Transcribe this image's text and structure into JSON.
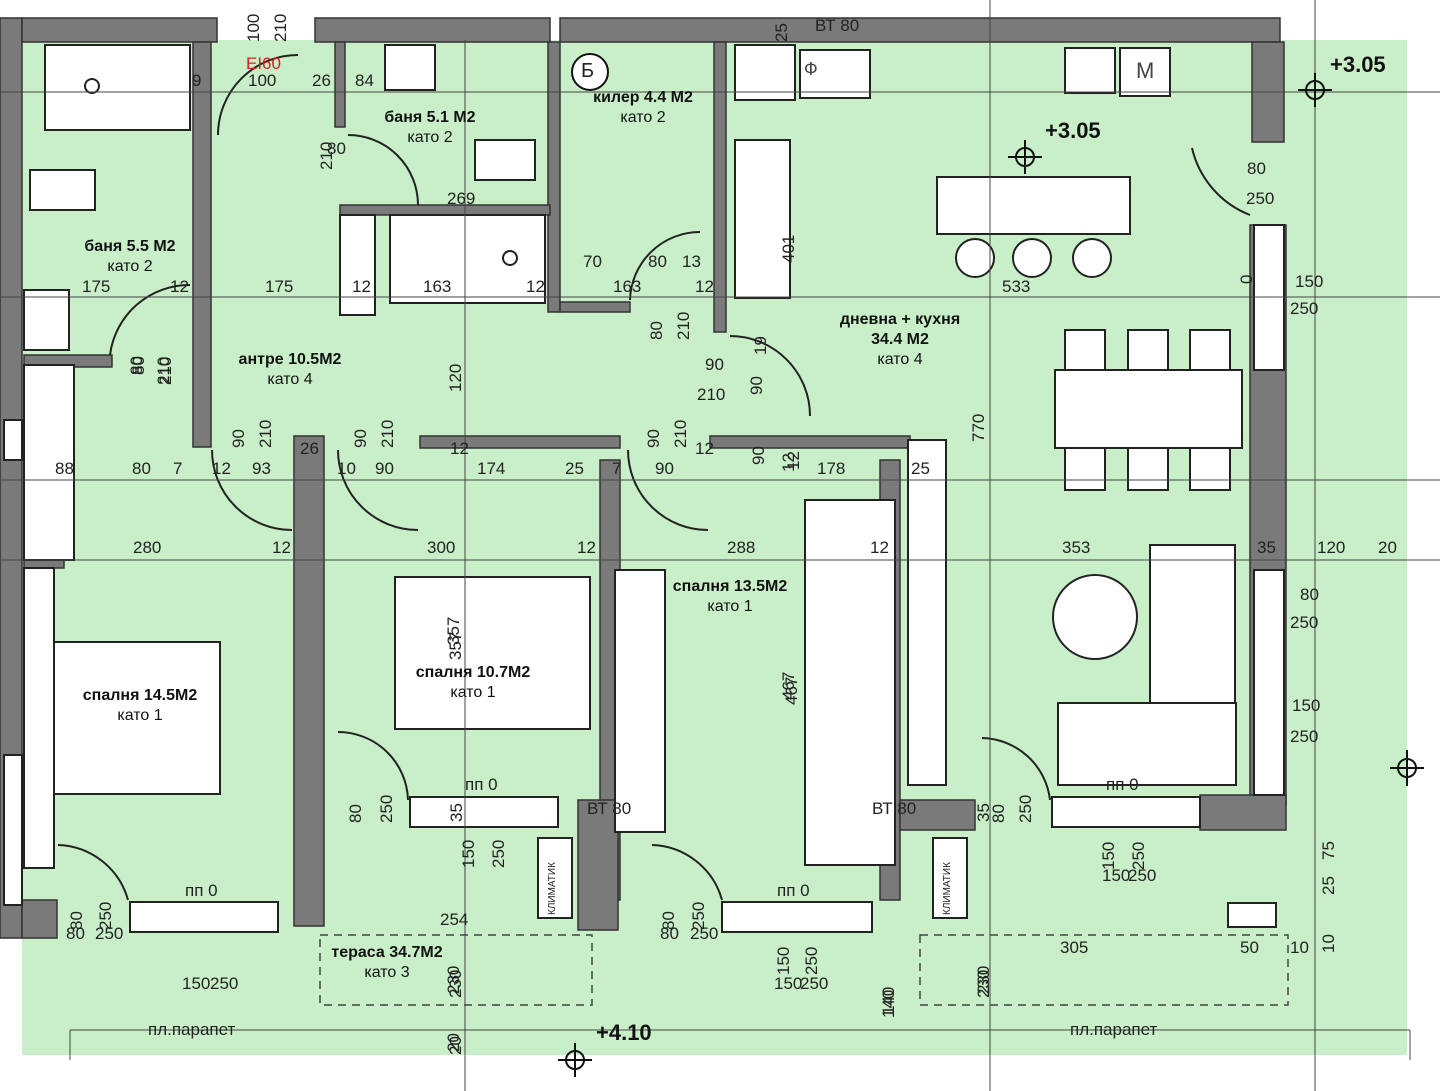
{
  "colors": {
    "floor": "#c9efc9",
    "wall": "#7a7a7a",
    "line": "#222222",
    "door_label": "#d62020"
  },
  "levels": {
    "main": "+3.05",
    "room": "+3.05",
    "terrace": "+4.10"
  },
  "rooms": {
    "bath1": {
      "name": "баня 5.5 М2",
      "cat": "като 2"
    },
    "bath2": {
      "name": "баня 5.1 М2",
      "cat": "като 2"
    },
    "storage": {
      "name": "килер 4.4 М2",
      "cat": "като 2"
    },
    "hall": {
      "name": "антре 10.5М2",
      "cat": "като 4"
    },
    "living": {
      "name": "дневна + кухня 34.4 М2",
      "cat": "като 4"
    },
    "bed1": {
      "name": "спалня 14.5М2",
      "cat": "като 1"
    },
    "bed2": {
      "name": "спалня 10.7М2",
      "cat": "като 1"
    },
    "bed3": {
      "name": "спалня 13.5М2",
      "cat": "като 1"
    },
    "terrace": {
      "name": "тераса 34.7М2",
      "cat": "като 3"
    }
  },
  "labels": {
    "ei60": "EI60",
    "block": "Б",
    "vt80": "ВТ 80",
    "pp0": "пп 0",
    "parapet": "пл.парапет",
    "klima": "КЛИМАТИК",
    "m": "М",
    "f": "Ф"
  },
  "dims_h": [
    "9",
    "100",
    "26",
    "84",
    "80",
    "210",
    "175",
    "12",
    "175",
    "12",
    "163",
    "12",
    "70",
    "80",
    "13",
    "163",
    "12",
    "533",
    "150",
    "250",
    "80",
    "250",
    "88",
    "80",
    "7",
    "12",
    "93",
    "26",
    "10",
    "90",
    "12",
    "174",
    "25",
    "7",
    "90",
    "12",
    "178",
    "25",
    "280",
    "12",
    "300",
    "12",
    "288",
    "12",
    "353",
    "35",
    "120",
    "20",
    "80",
    "250",
    "150",
    "250",
    "254",
    "305",
    "50",
    "10",
    "150",
    "250",
    "150",
    "250",
    "150",
    "250",
    "80",
    "250",
    "80",
    "250",
    "90",
    "210",
    "269",
    "25",
    "401",
    "770",
    "357",
    "467",
    "120",
    "230",
    "230",
    "140",
    "20",
    "25",
    "75",
    "10",
    "0"
  ],
  "dims_v": [
    "100",
    "210",
    "80",
    "210",
    "80",
    "210",
    "90",
    "210",
    "90",
    "210",
    "90",
    "210",
    "80",
    "210",
    "90",
    "19",
    "90",
    "12",
    "12",
    "357",
    "467",
    "80",
    "250",
    "80",
    "250",
    "80",
    "250",
    "80",
    "250",
    "150",
    "250",
    "150",
    "250",
    "150",
    "250",
    "35",
    "35",
    "230",
    "230",
    "140",
    "20"
  ]
}
